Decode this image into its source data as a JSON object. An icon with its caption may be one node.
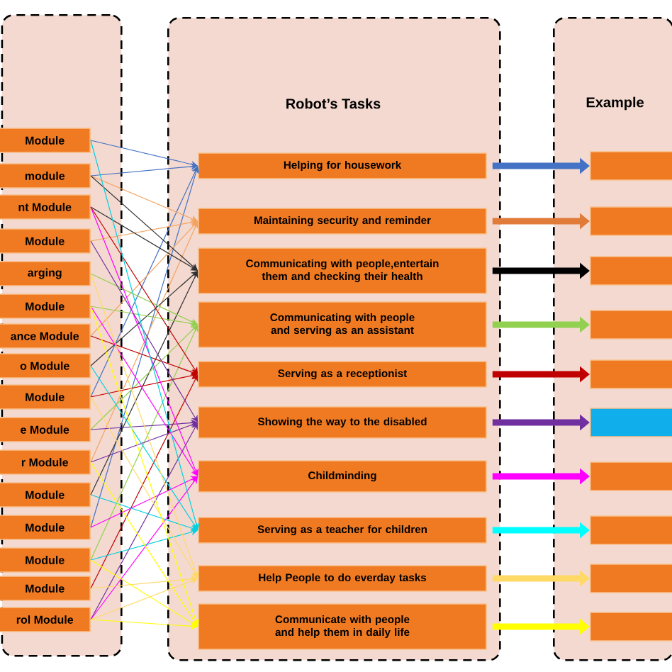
{
  "diagram": {
    "nodes": [
      {
        "text": [],
        "shape": "box"
      },
      {
        "text": [
          "Module"
        ],
        "in": 0
      },
      {
        "text": [
          "module"
        ],
        "in": 0
      },
      {
        "text": [
          "nt Module"
        ],
        "in": 0
      },
      {
        "text": [
          "Module"
        ],
        "in": 0
      },
      {
        "text": [
          "arging"
        ],
        "in": 0
      },
      {
        "text": [
          "Module"
        ],
        "in": 0
      },
      {
        "text": [
          "ance Module"
        ],
        "in": 0
      },
      {
        "text": [
          "o Module"
        ],
        "in": 0
      },
      {
        "text": [
          "Module"
        ],
        "in": 0
      },
      {
        "text": [
          "e Module"
        ],
        "in": 0
      },
      {
        "text": [
          "r Module"
        ],
        "in": 0
      },
      {
        "text": [
          "Module"
        ],
        "in": 0
      },
      {
        "text": [
          "Module"
        ],
        "in": 0
      },
      {
        "text": [
          "Module"
        ],
        "in": 0
      },
      {
        "text": [
          "Module"
        ],
        "in": 0
      },
      {
        "text": [
          "rol Module"
        ],
        "in": 0
      },
      {
        "text": [
          "Robot’s Tasks"
        ]
      },
      {
        "text": [
          "Helping for housework"
        ],
        "in": 17
      },
      {
        "text": [
          "Maintaining security and reminder"
        ],
        "in": 17
      },
      {
        "text": [
          "Communicating with people,entertain them and checking their health"
        ],
        "in": 17
      },
      {
        "text": [
          "Communicating with people and serving as an assistant"
        ],
        "in": 17
      },
      {
        "text": [
          "Serving as a receptionist"
        ],
        "in": 17
      },
      {
        "text": [
          "Showing the way to the disabled"
        ],
        "in": 17
      },
      {
        "text": [
          "Childminding"
        ],
        "in": 17
      },
      {
        "text": [
          "Serving as a teacher for children"
        ],
        "in": 17
      },
      {
        "text": [
          "Help People to do everday tasks"
        ],
        "in": 17
      },
      {
        "text": [
          "Communicate with people and help them in daily life"
        ],
        "in": 17
      },
      {
        "text": [
          "Example"
        ]
      },
      {
        "text": [],
        "shape": "box",
        "in": 28
      },
      {
        "text": [],
        "shape": "box",
        "in": 28
      },
      {
        "text": [],
        "shape": "box",
        "in": 28
      },
      {
        "text": [],
        "shape": "box",
        "in": 28
      },
      {
        "text": [],
        "shape": "box",
        "in": 28
      },
      {
        "text": [],
        "shape": "box",
        "in": 28
      },
      {
        "text": [],
        "shape": "box",
        "in": 28
      },
      {
        "text": [],
        "shape": "box",
        "in": 28
      },
      {
        "text": [],
        "shape": "box",
        "in": 28
      },
      {
        "text": [],
        "shape": "box",
        "in": 28
      }
    ],
    "edges": [
      {
        "from": 1,
        "to": 18,
        "arrow": "to",
        "color": "#4472c4"
      },
      {
        "from": 2,
        "to": 18,
        "arrow": "to",
        "color": "#4472c4"
      },
      {
        "from": 9,
        "to": 18,
        "arrow": "to",
        "color": "#4472c4"
      },
      {
        "from": 13,
        "to": 18,
        "arrow": "to",
        "color": "#4472c4"
      },
      {
        "from": 2,
        "to": 19,
        "arrow": "to",
        "color": "#f4a460"
      },
      {
        "from": 4,
        "to": 19,
        "arrow": "to",
        "color": "#f4a460"
      },
      {
        "from": 7,
        "to": 19,
        "arrow": "to",
        "color": "#f4a460"
      },
      {
        "from": 11,
        "to": 19,
        "arrow": "to",
        "color": "#f4a460"
      },
      {
        "from": 2,
        "to": 20,
        "arrow": "to",
        "color": "#303030"
      },
      {
        "from": 3,
        "to": 20,
        "arrow": "to",
        "color": "#303030"
      },
      {
        "from": 8,
        "to": 20,
        "arrow": "to",
        "color": "#303030"
      },
      {
        "from": 12,
        "to": 20,
        "arrow": "to",
        "color": "#303030"
      },
      {
        "from": 5,
        "to": 21,
        "arrow": "to",
        "color": "#92d050"
      },
      {
        "from": 6,
        "to": 21,
        "arrow": "to",
        "color": "#92d050"
      },
      {
        "from": 10,
        "to": 21,
        "arrow": "to",
        "color": "#92d050"
      },
      {
        "from": 14,
        "to": 21,
        "arrow": "to",
        "color": "#92d050"
      },
      {
        "from": 3,
        "to": 22,
        "arrow": "to",
        "color": "#c00000"
      },
      {
        "from": 7,
        "to": 22,
        "arrow": "to",
        "color": "#c00000"
      },
      {
        "from": 9,
        "to": 22,
        "arrow": "to",
        "color": "#c00000"
      },
      {
        "from": 15,
        "to": 22,
        "arrow": "to",
        "color": "#c00000"
      },
      {
        "from": 4,
        "to": 23,
        "arrow": "to",
        "color": "#7030a0"
      },
      {
        "from": 10,
        "to": 23,
        "arrow": "to",
        "color": "#7030a0"
      },
      {
        "from": 11,
        "to": 23,
        "arrow": "to",
        "color": "#7030a0"
      },
      {
        "from": 16,
        "to": 23,
        "arrow": "to",
        "color": "#7030a0"
      },
      {
        "from": 3,
        "to": 24,
        "arrow": "to",
        "color": "#ff00ff"
      },
      {
        "from": 6,
        "to": 24,
        "arrow": "to",
        "color": "#ff00ff"
      },
      {
        "from": 13,
        "to": 24,
        "arrow": "to",
        "color": "#ff00ff"
      },
      {
        "from": 16,
        "to": 24,
        "arrow": "to",
        "color": "#ff00ff"
      },
      {
        "from": 1,
        "to": 25,
        "arrow": "to",
        "color": "#00d0e0"
      },
      {
        "from": 8,
        "to": 25,
        "arrow": "to",
        "color": "#00d0e0"
      },
      {
        "from": 12,
        "to": 25,
        "arrow": "to",
        "color": "#00d0e0"
      },
      {
        "from": 14,
        "to": 25,
        "arrow": "to",
        "color": "#00d0e0"
      },
      {
        "from": 5,
        "to": 26,
        "arrow": "to",
        "color": "#ffd966"
      },
      {
        "from": 9,
        "to": 26,
        "arrow": "to",
        "color": "#ffd966"
      },
      {
        "from": 15,
        "to": 26,
        "arrow": "to",
        "color": "#ffd966"
      },
      {
        "from": 16,
        "to": 26,
        "arrow": "to",
        "color": "#ffd966"
      },
      {
        "from": 6,
        "to": 27,
        "arrow": "to",
        "color": "#ffff00"
      },
      {
        "from": 11,
        "to": 27,
        "arrow": "to",
        "color": "#ffff00"
      },
      {
        "from": 14,
        "to": 27,
        "arrow": "to",
        "color": "#ffff00"
      },
      {
        "from": 16,
        "to": 27,
        "arrow": "to",
        "color": "#ffff00"
      },
      {
        "from": 18,
        "to": 29,
        "arrow": "to",
        "style": "thick",
        "color": "#4472c4"
      },
      {
        "from": 19,
        "to": 30,
        "arrow": "to",
        "style": "thick",
        "color": "#e07b39"
      },
      {
        "from": 20,
        "to": 31,
        "arrow": "to",
        "style": "thick",
        "color": "#000000"
      },
      {
        "from": 21,
        "to": 32,
        "arrow": "to",
        "style": "thick",
        "color": "#92d050"
      },
      {
        "from": 22,
        "to": 33,
        "arrow": "to",
        "style": "thick",
        "color": "#c00000"
      },
      {
        "from": 23,
        "to": 34,
        "arrow": "to",
        "style": "thick",
        "color": "#7030a0"
      },
      {
        "from": 24,
        "to": 35,
        "arrow": "to",
        "style": "thick",
        "color": "#ff00ff"
      },
      {
        "from": 25,
        "to": 36,
        "arrow": "to",
        "style": "thick",
        "color": "#00ffff"
      },
      {
        "from": 26,
        "to": 37,
        "arrow": "to",
        "style": "thick",
        "color": "#ffd966"
      },
      {
        "from": 27,
        "to": 38,
        "arrow": "to",
        "style": "thick",
        "color": "#ffff00"
      }
    ]
  }
}
